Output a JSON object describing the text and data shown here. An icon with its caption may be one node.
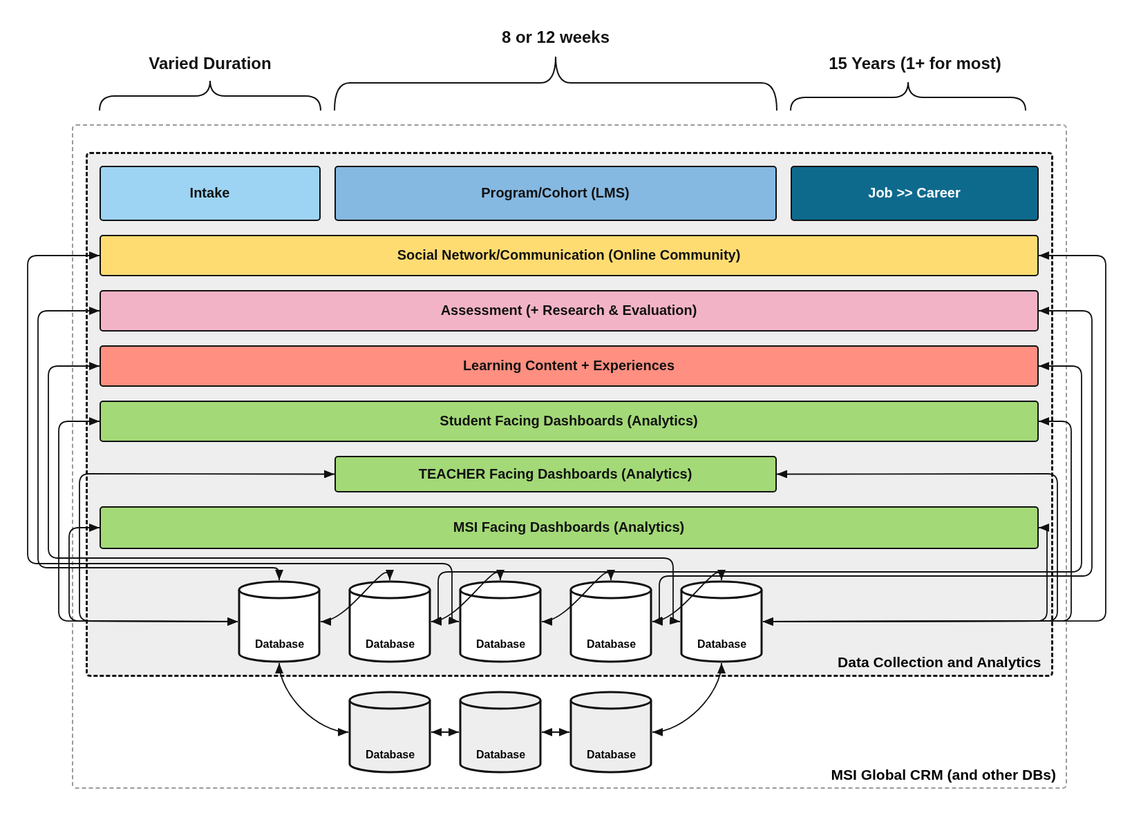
{
  "diagram": {
    "nodes": [
      {
        "text": [
          "MSI Global CRM (and other DBs)"
        ]
      },
      {
        "text": [
          "Data Collection and Analytics"
        ],
        "in": 0
      },
      {
        "text": [
          "Intake"
        ],
        "in": 1
      },
      {
        "text": [
          "Program/Cohort (LMS)"
        ],
        "in": 1
      },
      {
        "text": [
          "Job >> Career"
        ],
        "in": 1
      },
      {
        "text": [
          "Social Network/Communication (Online Community)"
        ],
        "in": 1
      },
      {
        "text": [
          "Assessment (+ Research & Evaluation)"
        ],
        "in": 1
      },
      {
        "text": [
          "Learning Content + Experiences"
        ],
        "in": 1
      },
      {
        "text": [
          "Student Facing Dashboards (Analytics)"
        ],
        "in": 1
      },
      {
        "text": [
          "TEACHER Facing Dashboards (Analytics)"
        ],
        "in": 1
      },
      {
        "text": [
          "MSI Facing Dashboards (Analytics)"
        ],
        "in": 1
      },
      {
        "text": [
          "Database"
        ],
        "in": 1
      },
      {
        "text": [
          "Database"
        ],
        "in": 1
      },
      {
        "text": [
          "Database"
        ],
        "in": 1
      },
      {
        "text": [
          "Database"
        ],
        "in": 1
      },
      {
        "text": [
          "Database"
        ],
        "in": 1
      },
      {
        "text": [
          "Database"
        ],
        "in": 0
      },
      {
        "text": [
          "Database"
        ],
        "in": 0
      },
      {
        "text": [
          "Database"
        ],
        "in": 0
      }
    ],
    "edges": [
      {
        "from": 13,
        "to": 5,
        "arrow": "both"
      },
      {
        "from": 11,
        "to": 6,
        "arrow": "both"
      },
      {
        "from": 15,
        "to": 7,
        "arrow": "both"
      },
      {
        "from": 11,
        "to": 8,
        "arrow": "both"
      },
      {
        "from": 11,
        "to": 9,
        "arrow": "both"
      },
      {
        "from": 11,
        "to": 10,
        "arrow": "both"
      },
      {
        "from": 15,
        "to": 5,
        "arrow": "both"
      },
      {
        "from": 12,
        "to": 7,
        "arrow": "both"
      },
      {
        "from": 14,
        "to": 6,
        "arrow": "both"
      },
      {
        "from": 15,
        "to": 8,
        "arrow": "both"
      },
      {
        "from": 15,
        "to": 9,
        "arrow": "both"
      },
      {
        "from": 15,
        "to": 10,
        "arrow": "both"
      },
      {
        "from": 11,
        "to": 12,
        "arrow": "both"
      },
      {
        "from": 12,
        "to": 13,
        "arrow": "both"
      },
      {
        "from": 13,
        "to": 14,
        "arrow": "both"
      },
      {
        "from": 14,
        "to": 15,
        "arrow": "both"
      },
      {
        "from": 11,
        "to": 16,
        "arrow": "both"
      },
      {
        "from": 16,
        "to": 17,
        "arrow": "both"
      },
      {
        "from": 17,
        "to": 18,
        "arrow": "both"
      },
      {
        "from": 15,
        "to": 18,
        "arrow": "both"
      }
    ],
    "labels": [
      "8 or 12 weeks",
      "Varied Duration",
      "15 Years (1+ for most)"
    ]
  }
}
